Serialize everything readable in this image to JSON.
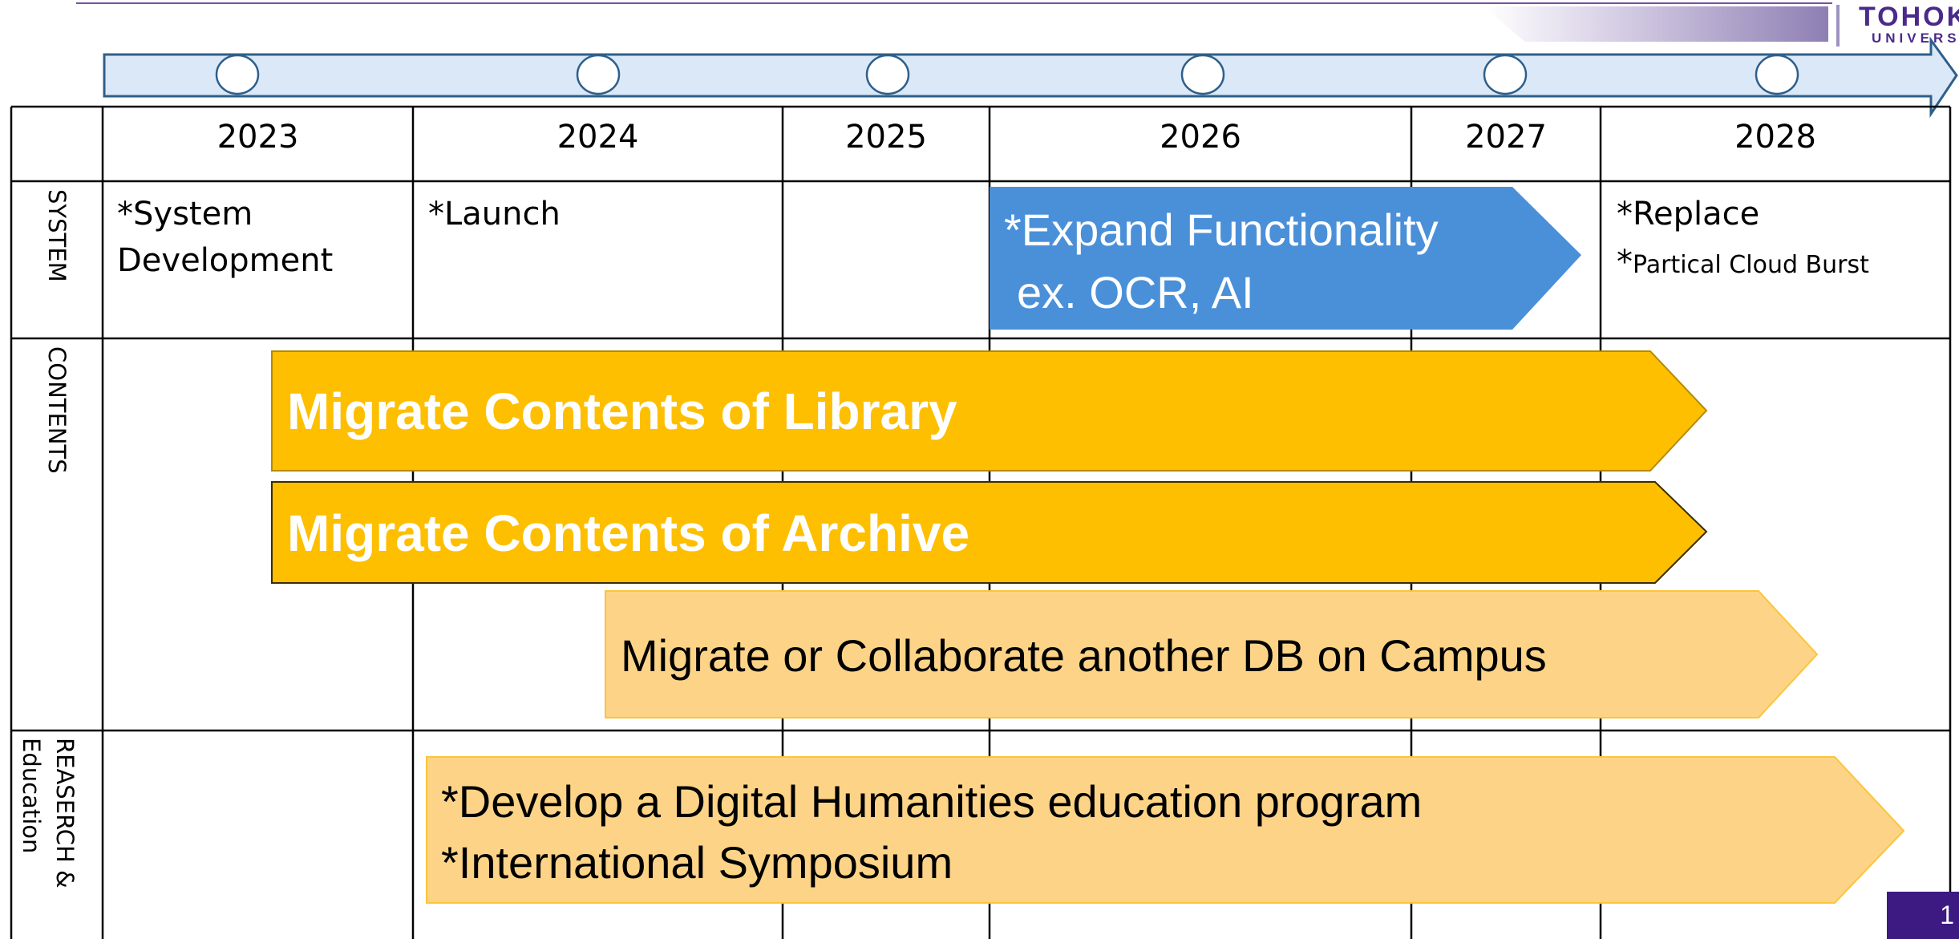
{
  "branding": {
    "logo_line1": "TOHOKU",
    "logo_line2": "UNIVERSITY"
  },
  "colors": {
    "timeline_fill": "#dbe8f7",
    "timeline_border": "#2e5f8a",
    "blue_bar": "#4a90d9",
    "orange_bar": "#fdbf00",
    "light_orange_bar": "#fdd487",
    "page_badge": "#3c1a82"
  },
  "timeline": {
    "years": [
      "2023",
      "2024",
      "2025",
      "2026",
      "2027",
      "2028"
    ]
  },
  "rows": {
    "system_label": "SYSTEM",
    "contents_label": "CONTENTS",
    "research_label_line1": "REASERCH &",
    "research_label_line2": "Education"
  },
  "system": {
    "note_2023_line1": "*System",
    "note_2023_line2": "Development",
    "note_2024": "*Launch",
    "expand_line1": "*Expand Functionality",
    "expand_line2": "ex. OCR, AI",
    "replace": "*Replace",
    "cloud_star": "*",
    "cloud_text": "Partical Cloud Burst"
  },
  "contents": {
    "library": "Migrate Contents of Library",
    "archive": "Migrate Contents of Archive",
    "campus": "Migrate or Collaborate another DB on Campus"
  },
  "research": {
    "line1": "*Develop a Digital Humanities education program",
    "line2": "*International Symposium"
  },
  "page_number": "1"
}
